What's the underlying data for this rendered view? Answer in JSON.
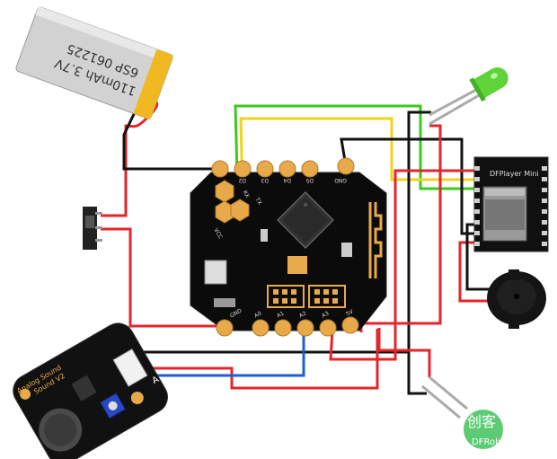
{
  "battery": {
    "line1": "6SP 061225",
    "line2": "110mAh 3.7V"
  },
  "dfplayer": {
    "title": "DFPlayer Mini"
  },
  "mic_module": {
    "label_line1": "Analog Sound",
    "label_line2": "Sound V2",
    "pin_label": "A"
  },
  "board": {
    "top_pins": [
      "D2",
      "D3",
      "D4",
      "D5",
      "GND"
    ],
    "side_pins": [
      "RX",
      "TX",
      "VCC"
    ],
    "bottom_pins": [
      "GND",
      "A0",
      "A1",
      "A2",
      "A3",
      "5V"
    ]
  },
  "watermark": {
    "line1": "创客",
    "line2": "DFRobot"
  },
  "wire_colors": {
    "red": "#e3262b",
    "black": "#111111",
    "green": "#3ec81c",
    "yellow": "#f2d21a",
    "blue": "#1e5fd0"
  }
}
